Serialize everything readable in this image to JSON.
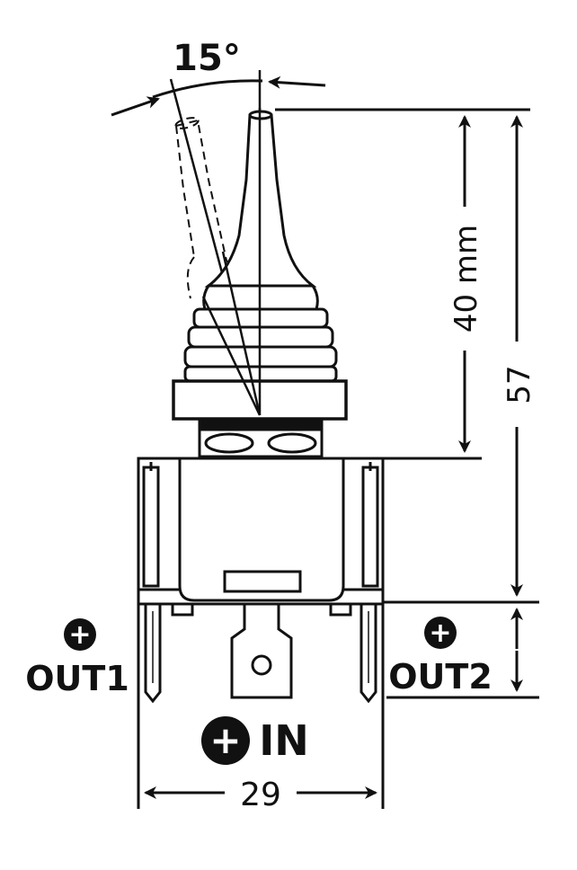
{
  "diagram": {
    "angle_label": "15°",
    "lever_height_label": "40 mm",
    "total_height_label": "57",
    "width_label": "29",
    "out1_label": "OUT1",
    "out2_label": "OUT2",
    "in_label": "IN",
    "plus_symbol": "+",
    "colors": {
      "line": "#111111",
      "background": "#ffffff"
    }
  }
}
